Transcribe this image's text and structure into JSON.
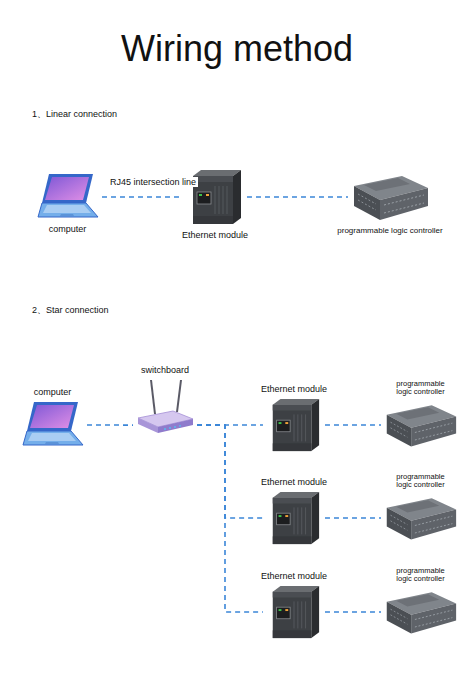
{
  "diagram": {
    "title": "Wiring method",
    "nodes": [
      {
        "text": [
          "computer"
        ]
      },
      {
        "text": [
          "Ethernet module"
        ]
      },
      {
        "text": [
          "programmable logic controller"
        ]
      },
      {
        "text": [
          "computer"
        ]
      },
      {
        "text": [
          "switchboard"
        ]
      },
      {
        "text": [
          "Ethernet module"
        ]
      },
      {
        "text": [
          "programmable logic controller"
        ]
      },
      {
        "text": [
          "Ethernet module"
        ]
      },
      {
        "text": [
          "programmable logic controller"
        ]
      },
      {
        "text": [
          "Ethernet module"
        ]
      },
      {
        "text": [
          "programmable logic controller"
        ]
      }
    ],
    "edges": [
      {
        "from": 0,
        "to": 1,
        "arrow": "none",
        "label": "RJ45 intersection line"
      },
      {
        "from": 1,
        "to": 2,
        "arrow": "none"
      },
      {
        "from": 3,
        "to": 4,
        "arrow": "none"
      },
      {
        "from": 4,
        "to": 5,
        "arrow": "none"
      },
      {
        "from": 4,
        "to": 7,
        "arrow": "none"
      },
      {
        "from": 4,
        "to": 9,
        "arrow": "none"
      },
      {
        "from": 5,
        "to": 6,
        "arrow": "none"
      },
      {
        "from": 7,
        "to": 8,
        "arrow": "none"
      },
      {
        "from": 9,
        "to": 10,
        "arrow": "none"
      }
    ],
    "labels": [
      "1、Linear connection",
      "2、Star connection"
    ]
  }
}
